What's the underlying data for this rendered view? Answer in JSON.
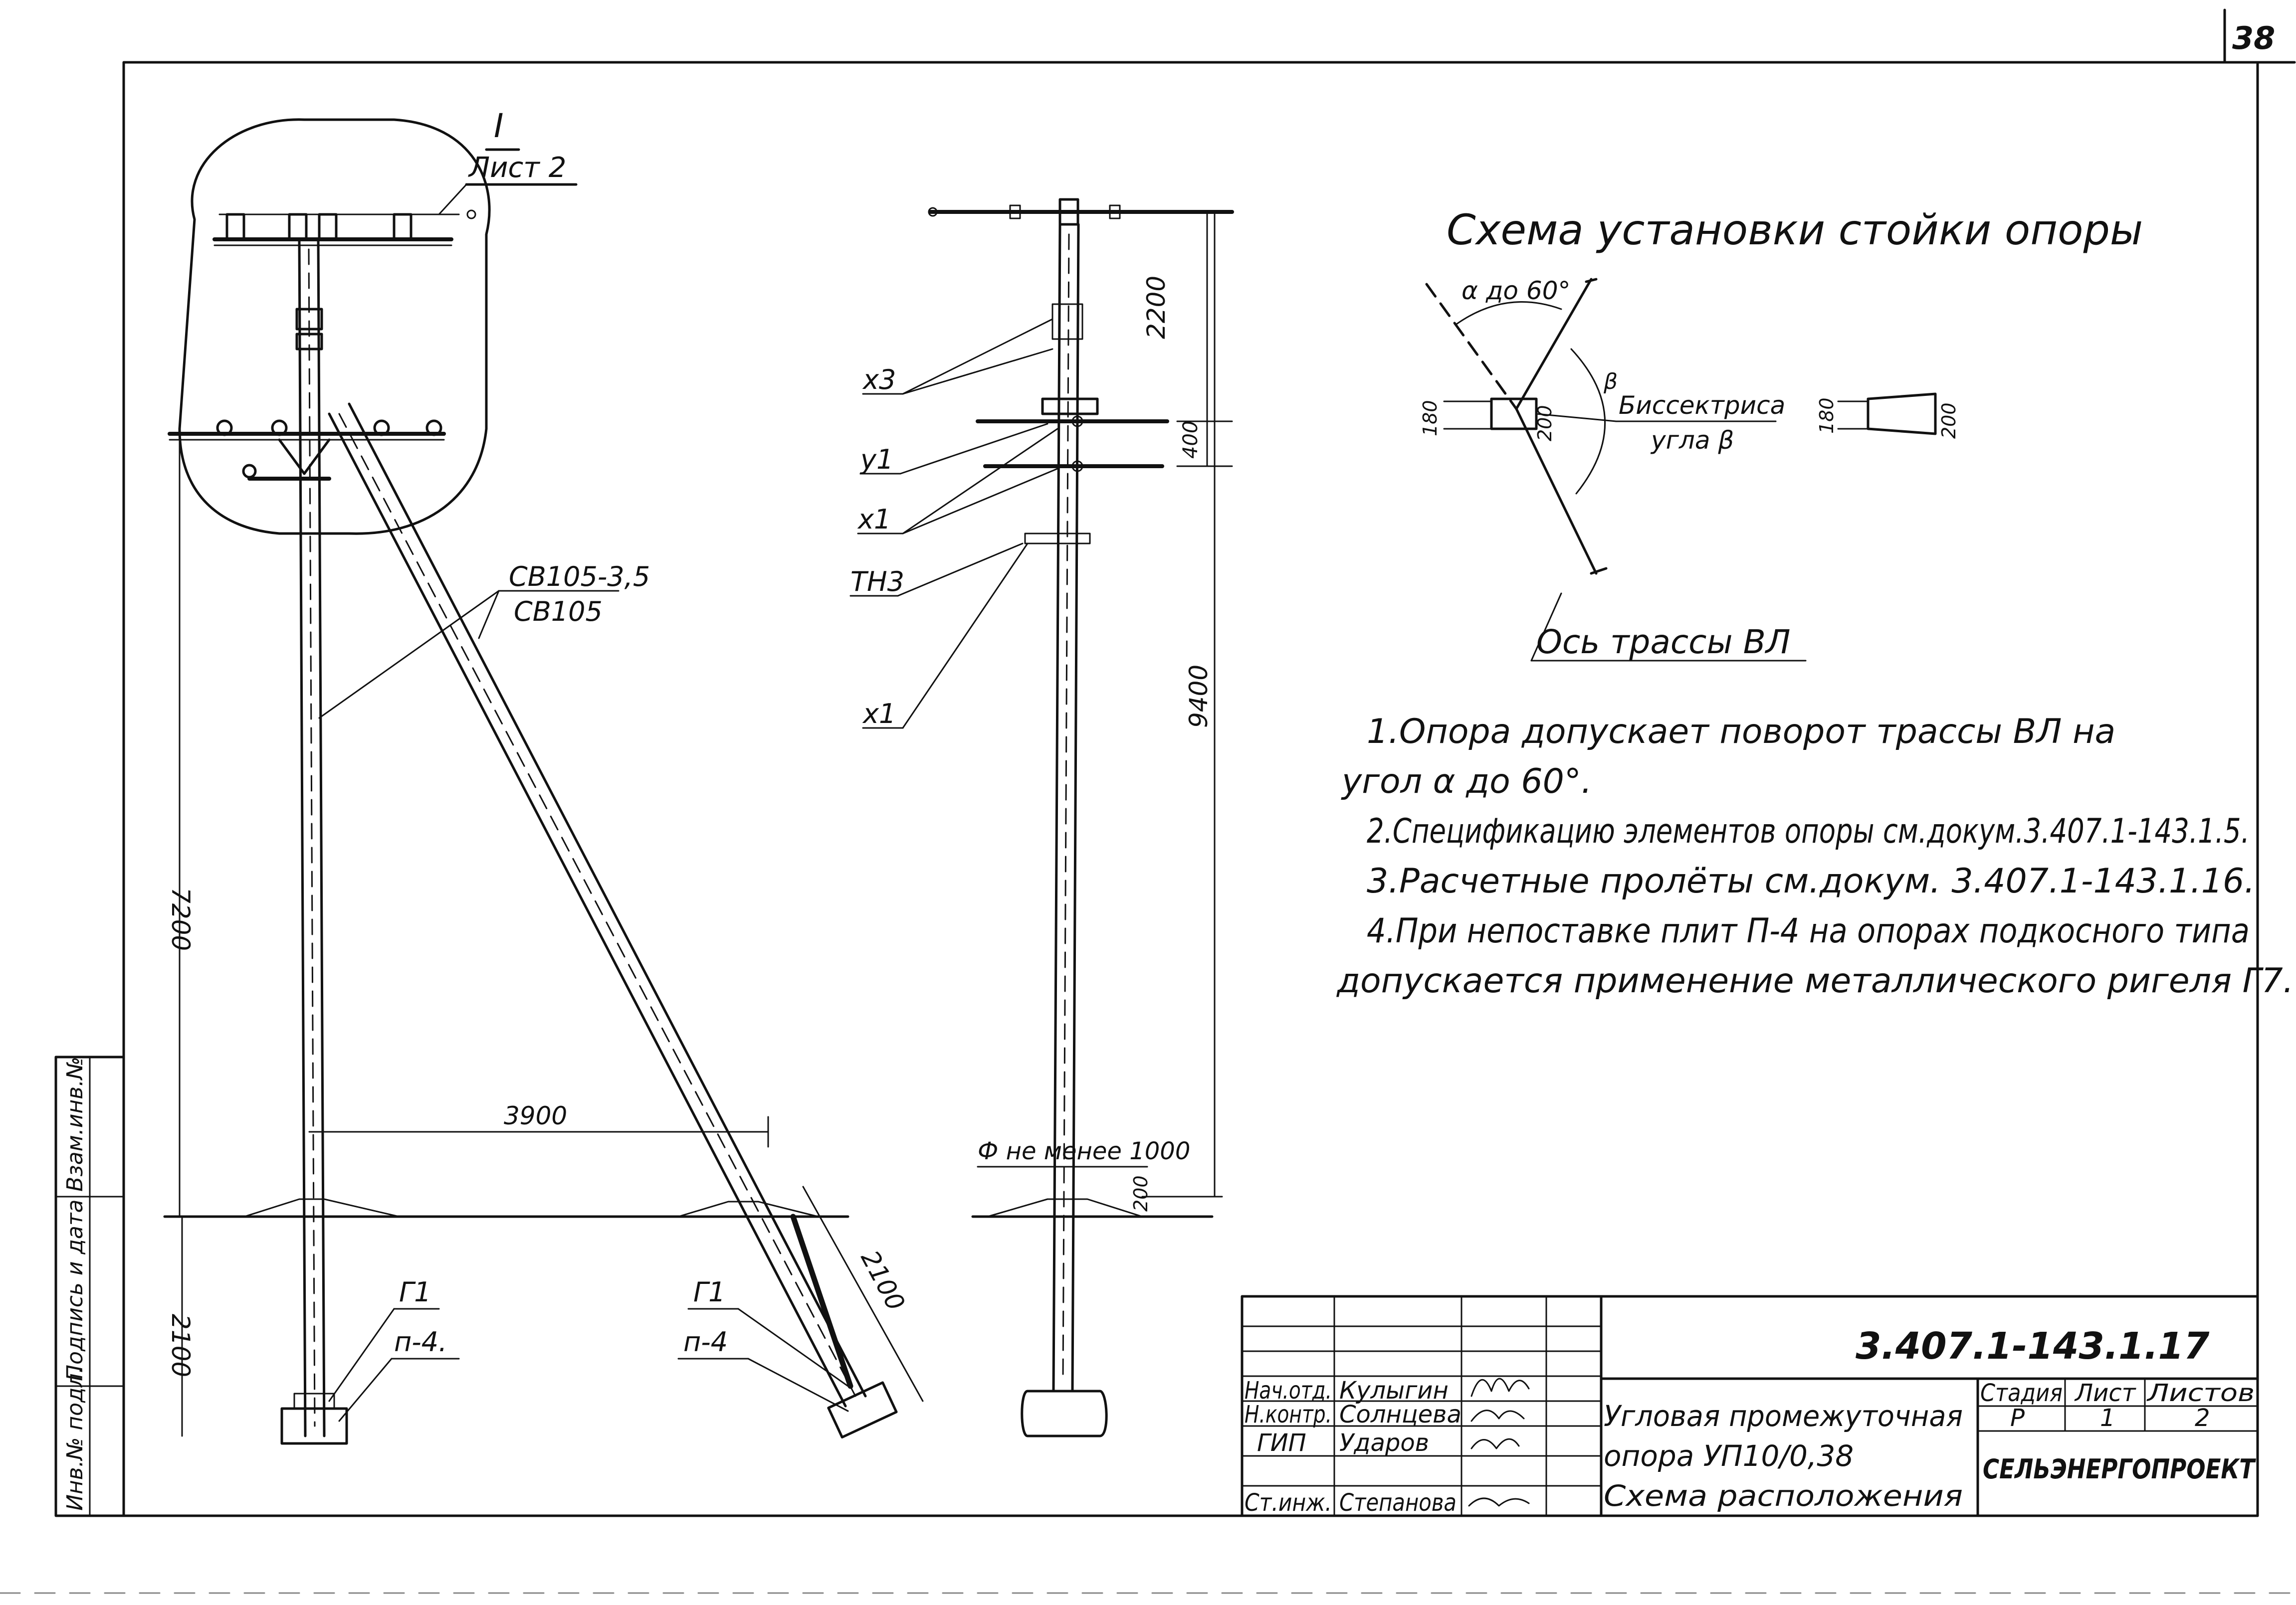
{
  "sheet": {
    "number": "38"
  },
  "callout": {
    "roman": "I",
    "sheet_ref": "Лист 2"
  },
  "left_view": {
    "wire_labels": [
      "СВ105-3,5",
      "СВ105"
    ],
    "dim_height": "7200",
    "dim_base": "3900",
    "dim_depth": "2100",
    "dim_strut_depth": "2100",
    "label_g1_pole": "Г1",
    "label_p4_pole": "п-4.",
    "label_g1_strut": "Г1",
    "label_p4_strut": "п-4"
  },
  "side_view": {
    "labels": {
      "x3": "х3",
      "y1": "у1",
      "x1a": "х1",
      "tn3": "ТН3",
      "x1b": "х1"
    },
    "dim_top": "2200",
    "dim_mid": "400",
    "dim_total": "9400",
    "dim_small": "200",
    "diameter_note": "Ф не менее 1000"
  },
  "scheme": {
    "title": "Схема установки стойки опоры",
    "angle_label": "α до 60°",
    "beta": "β",
    "bisector_line1": "Биссектриса",
    "bisector_line2": "угла β",
    "dim_180a": "180",
    "dim_200a": "200",
    "dim_180b": "180",
    "dim_200b": "200",
    "axis_label": "Ось трассы ВЛ"
  },
  "notes": [
    "1.Опора допускает поворот трассы ВЛ на",
    "угол α до 60°.",
    "2.Спецификацию элементов опоры см.докум.3.407.1-143.1.5.",
    "3.Расчетные пролёты см.докум. 3.407.1-143.1.16.",
    "4.При непоставке плит П-4 на опорах подкосного типа",
    "допускается применение металлического ригеля Г7."
  ],
  "side_stamp": {
    "inv_podl": "Инв.№ подл.",
    "podpis": "Подпись и дата",
    "vzam": "Взам.инв.№"
  },
  "title_block": {
    "doc_code": "3.407.1-143.1.17",
    "roles": [
      "Нач.отд.",
      "Н.контр.",
      "ГИП",
      "Ст.инж."
    ],
    "names": [
      "Кулыгин",
      "Солнцева",
      "Ударов",
      "Степанова"
    ],
    "desc_line1": "Угловая промежуточная",
    "desc_line2": "опора УП10/0,38",
    "desc_line3": "Схема расположения",
    "stage_header": "Стадия",
    "sheet_header": "Лист",
    "sheets_header": "Листов",
    "stage": "Р",
    "sheet": "1",
    "sheets": "2",
    "org": "СЕЛЬЭНЕРГОПРОЕКТ"
  }
}
